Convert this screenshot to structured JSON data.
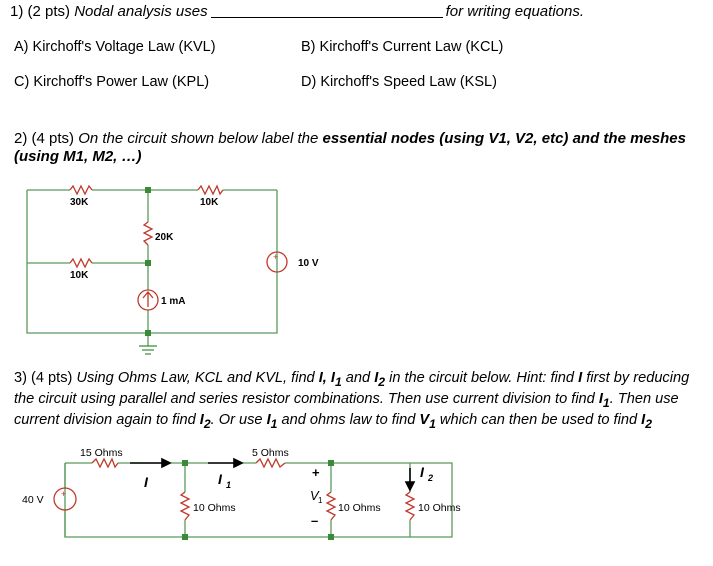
{
  "q1": {
    "prefix": "1) (2 pts) ",
    "stem": "Nodal analysis uses",
    "suffix": "for writing equations.",
    "options": {
      "a": "A) Kirchoff's Voltage Law (KVL)",
      "b": "B) Kirchoff's Current Law (KCL)",
      "c": "C) Kirchoff's Power Law (KPL)",
      "d": "D) Kirchoff's Speed Law (KSL)"
    }
  },
  "q2": {
    "prefix": "2) (4 pts) ",
    "part1": "On the circuit shown below label the ",
    "bold": "essential nodes (using V1, V2, etc) and the meshes (using M1, M2, …)",
    "circuit": {
      "r1": "30K",
      "r2": "10K",
      "r3": "20K",
      "r4": "10K",
      "isrc": "1 mA",
      "vsrc": "10 V",
      "plus": "+"
    }
  },
  "q3": {
    "prefix": "3) (4 pts) ",
    "t1": "Using Ohms Law, KCL and KVL, find ",
    "v1": "I, I",
    "sub1a": "1",
    "t2": " and ",
    "v2": "I",
    "sub2a": "2",
    "t3": " in the circuit below.  Hint: find ",
    "v3": "I",
    "t4": " first by reducing the circuit using parallel and series resistor combinations.  Then use current division to find ",
    "v4": "I",
    "sub4": "1",
    "t5": ".  Then use current division again to find ",
    "v5": "I",
    "sub5": "2",
    "t6": ".  Or use ",
    "v6": "I",
    "sub6": "1",
    "t7": " and ohms law to find ",
    "v7": "V",
    "sub7": "1",
    "t8": " which can then be used to find ",
    "v8": "I",
    "sub8": "2",
    "circuit": {
      "r15": "15 Ohms",
      "r5": "5 Ohms",
      "r10a": "10 Ohms",
      "r10b": "10 Ohms",
      "r10c": "10 Ohms",
      "vs": "40 V",
      "plus": "+",
      "minus": "–",
      "i_label": "I",
      "i1_label": "I",
      "i1_sub": "1",
      "i2_label": "I",
      "i2_sub": "2",
      "v1_label": "V",
      "v1_sub": "1"
    }
  }
}
